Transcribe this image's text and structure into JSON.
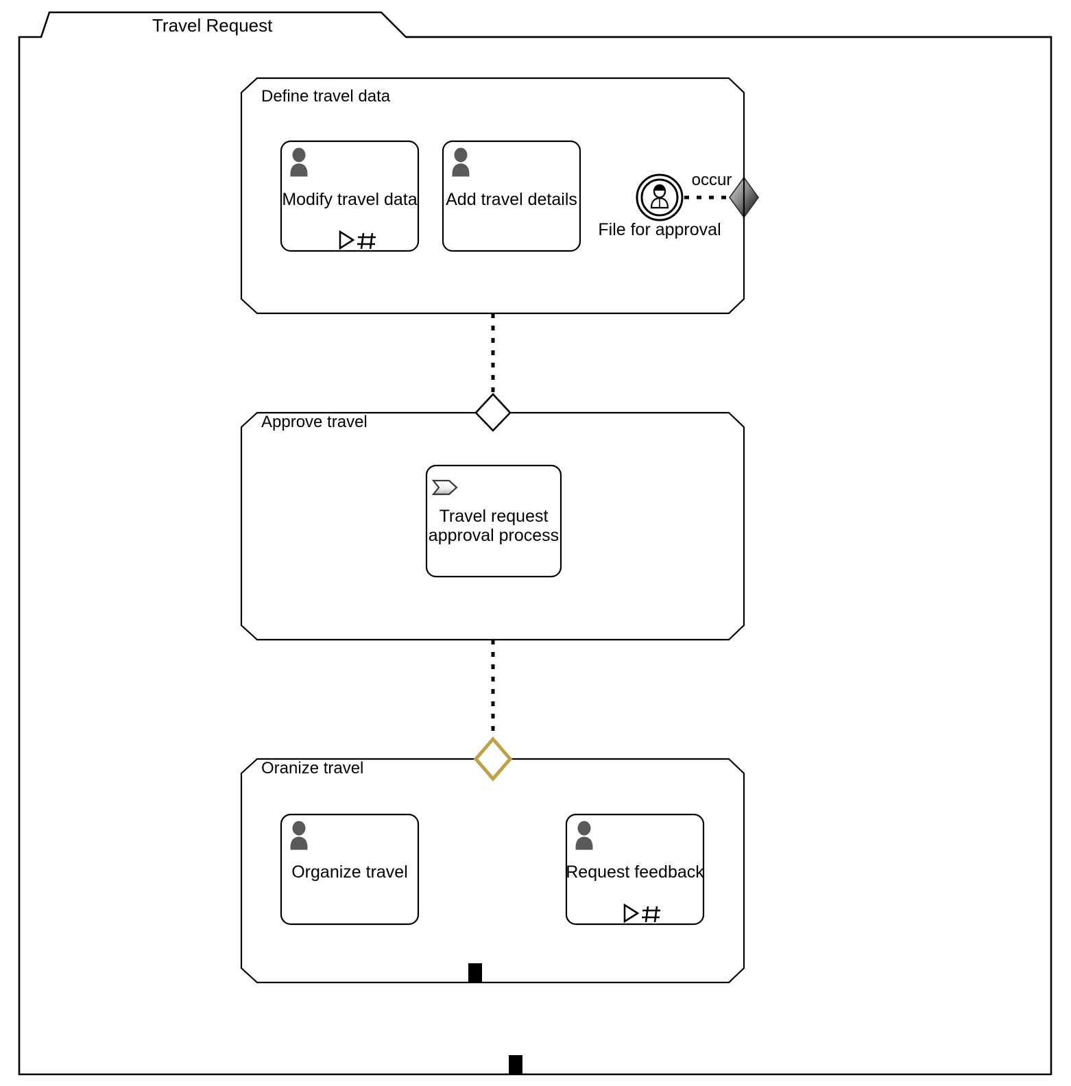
{
  "diagram": {
    "title": "Travel Request",
    "type": "activity-diagram",
    "accent_gold": "#BFA14A",
    "silhouette_color": "#595959"
  },
  "groups": [
    {
      "id": "define-travel-data",
      "label": "Define travel data",
      "tasks": [
        {
          "id": "modify-travel-data",
          "label": "Modify travel data",
          "icon": "person-icon",
          "markers": [
            "loop-marker",
            "parallel-marker"
          ]
        },
        {
          "id": "add-travel-details",
          "label": "Add travel details",
          "icon": "person-icon",
          "markers": []
        }
      ],
      "events": [
        {
          "id": "file-for-approval",
          "label": "File for approval",
          "icon": "user-event-icon",
          "shape": "double-circle"
        }
      ]
    },
    {
      "id": "approve-travel",
      "label": "Approve travel",
      "tasks": [
        {
          "id": "travel-request-approval-process",
          "label": "Travel request\napproval process",
          "label_line1": "Travel request",
          "label_line2": "approval process",
          "icon": "subprocess-arrow-icon",
          "markers": []
        }
      ],
      "events": []
    },
    {
      "id": "oranize-travel",
      "label": "Oranize travel",
      "tasks": [
        {
          "id": "organize-travel",
          "label": "Organize travel",
          "icon": "person-icon",
          "markers": []
        },
        {
          "id": "request-feedback",
          "label": "Request feedback",
          "icon": "person-icon",
          "markers": [
            "loop-marker",
            "parallel-marker"
          ]
        }
      ],
      "events": []
    }
  ],
  "edges": [
    {
      "id": "occur-edge",
      "label": "occur",
      "style": "dotted",
      "from": "file-for-approval",
      "to": "occur-gradient-diamond"
    },
    {
      "id": "define-to-approve",
      "label": "",
      "style": "dotted",
      "from": "define-travel-data",
      "to": "approve-travel"
    },
    {
      "id": "approve-to-oranize",
      "label": "",
      "style": "dotted",
      "from": "approve-travel",
      "to": "oranize-travel"
    }
  ],
  "nodes": [
    {
      "id": "occur-gradient-diamond",
      "kind": "gradient-diamond",
      "fill": "gradient-gray-black"
    },
    {
      "id": "hollow-diamond",
      "kind": "hollow-diamond",
      "fill": "#ffffff",
      "stroke": "#000000"
    },
    {
      "id": "gold-diamond",
      "kind": "hollow-diamond",
      "fill": "#ffffff",
      "stroke": "#BFA14A"
    },
    {
      "id": "pin-marker-inner",
      "kind": "filled-rectangle",
      "fill": "#000000"
    },
    {
      "id": "pin-marker-outer",
      "kind": "filled-rectangle",
      "fill": "#000000"
    }
  ]
}
